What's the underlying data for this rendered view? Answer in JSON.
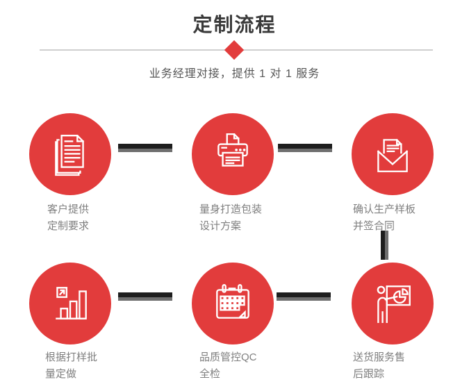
{
  "header": {
    "title": "定制流程",
    "subtitle": "业务经理对接，提供 1 对 1 服务"
  },
  "colors": {
    "accent_red": "#e23c3c",
    "title_text": "#3a3a3a",
    "subtitle_text": "#555555",
    "label_text": "#7f7f7f",
    "connector_dark": "#1e1e1e",
    "connector_gray": "#6f6f6f",
    "divider_line": "#cfcfcf"
  },
  "steps": [
    {
      "icon": "documents-icon",
      "line1": "客户提供",
      "line2": "定制要求"
    },
    {
      "icon": "printer-icon",
      "line1": "量身打造包装",
      "line2": "设计方案"
    },
    {
      "icon": "envelope-icon",
      "line1": "确认生产样板",
      "line2": "并签合同"
    },
    {
      "icon": "bar-chart-icon",
      "line1": "根据打样批",
      "line2": "量定做"
    },
    {
      "icon": "calendar-icon",
      "line1": "品质管控QC",
      "line2": "全检"
    },
    {
      "icon": "presentation-icon",
      "line1": "送货服务售",
      "line2": "后跟踪"
    }
  ]
}
